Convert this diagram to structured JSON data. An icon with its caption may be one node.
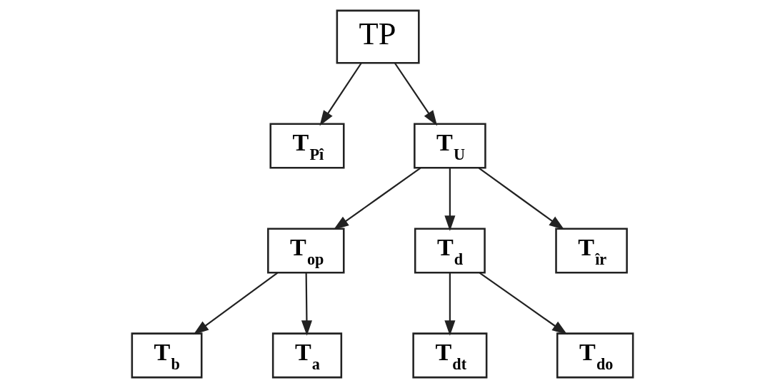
{
  "diagram": {
    "nodes": [
      {
        "text": [
          "TP"
        ]
      },
      {
        "text": [
          "T$_{Pî}$"
        ]
      },
      {
        "text": [
          "T$_{U}$"
        ]
      },
      {
        "text": [
          "T$_{op}$"
        ]
      },
      {
        "text": [
          "T$_{d}$"
        ]
      },
      {
        "text": [
          "T$_{îr}$"
        ]
      },
      {
        "text": [
          "T$_{b}$"
        ]
      },
      {
        "text": [
          "T$_{a}$"
        ]
      },
      {
        "text": [
          "T$_{dt}$"
        ]
      },
      {
        "text": [
          "T$_{do}$"
        ]
      }
    ],
    "edges": [
      {
        "from": 0,
        "to": 1,
        "arrow": "to"
      },
      {
        "from": 0,
        "to": 2,
        "arrow": "to"
      },
      {
        "from": 2,
        "to": 3,
        "arrow": "to"
      },
      {
        "from": 2,
        "to": 4,
        "arrow": "to"
      },
      {
        "from": 2,
        "to": 5,
        "arrow": "to"
      },
      {
        "from": 3,
        "to": 6,
        "arrow": "to"
      },
      {
        "from": 3,
        "to": 7,
        "arrow": "to"
      },
      {
        "from": 4,
        "to": 8,
        "arrow": "to"
      },
      {
        "from": 4,
        "to": 9,
        "arrow": "to"
      }
    ]
  }
}
